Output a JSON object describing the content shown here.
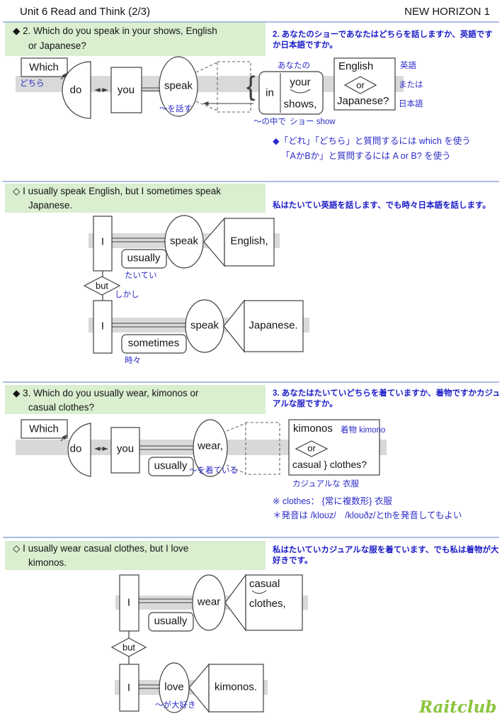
{
  "header": {
    "title": "Unit 6 Read and Think (2/3)",
    "book": "NEW HORIZON 1"
  },
  "colors": {
    "section_bg": "#d9efd0",
    "jp_blue": "#1c1cc8",
    "gloss_blue": "#2a2ac9",
    "band_gray": "#d9d9d9",
    "divider_blue": "#aabfde",
    "watermark_green": "#8bc53e"
  },
  "s1": {
    "title1": "◆ 2. Which do you speak in your shows, English",
    "title2": "or Japanese?",
    "translation": "2. あなたのショーであなたはどちらを話しますか、英語ですか日本語ですか。",
    "d": {
      "which": "Which",
      "which_g": "どちら",
      "do": "do",
      "you": "you",
      "speak": "speak",
      "speak_g": "～を話す",
      "brace": "{",
      "in": "in",
      "in_g": "～の中で",
      "your": "your",
      "your_g": "あなたの",
      "shows": "shows,",
      "shows_g": "ショー show",
      "english": "English",
      "english_g": "英語",
      "or": "or",
      "or_g": "または",
      "japanese": "Japanese?",
      "japanese_g": "日本語"
    },
    "note1": "◆「どれ」「どちら」と質問するには which を使う",
    "note2": "「AかBか」と質問するには A or B? を使う"
  },
  "s2": {
    "title1": "◇ I usually speak English, but I sometimes speak",
    "title2": "Japanese.",
    "translation": "私はたいてい英語を話します、でも時々日本語を話します。",
    "d": {
      "i1": "I",
      "usually": "usually",
      "usually_g": "たいてい",
      "speak1": "speak",
      "english": "English,",
      "but": "but",
      "but_g": "しかし",
      "i2": "I",
      "sometimes": "sometimes",
      "sometimes_g": "時々",
      "speak2": "speak",
      "japanese": "Japanese."
    }
  },
  "s3": {
    "title1": "◆ 3. Which do you usually wear, kimonos or",
    "title2": "casual clothes?",
    "translation": "3. あなたはたいていどちらを着ていますか、着物ですかカジュアルな服ですか。",
    "d": {
      "which": "Which",
      "do": "do",
      "you": "you",
      "usually": "usually",
      "wear": "wear,",
      "wear_g": "～を着ている",
      "kimonos": "kimonos",
      "kimonos_g": "着物 kimono",
      "or": "or",
      "casual": "casual } clothes?",
      "casual_g": "カジュアルな  衣服"
    },
    "note1": "※ clothes： {常に複数形} 衣服",
    "note2": "＊発音は /kloʊz/　/kloʊðz/とthを発音してもよい"
  },
  "s4": {
    "title1": "◇ I usually wear casual clothes, but I love",
    "title2": "kimonos.",
    "translation": "私はたいていカジュアルな服を着ています、でも私は着物が大好きです。",
    "d": {
      "i1": "I",
      "usually": "usually",
      "wear": "wear",
      "casual": "casual",
      "clothes": "clothes,",
      "but": "but",
      "i2": "I",
      "love": "love",
      "love_g": "～が大好き",
      "kimonos": "kimonos."
    }
  },
  "watermark": "Raitclub"
}
